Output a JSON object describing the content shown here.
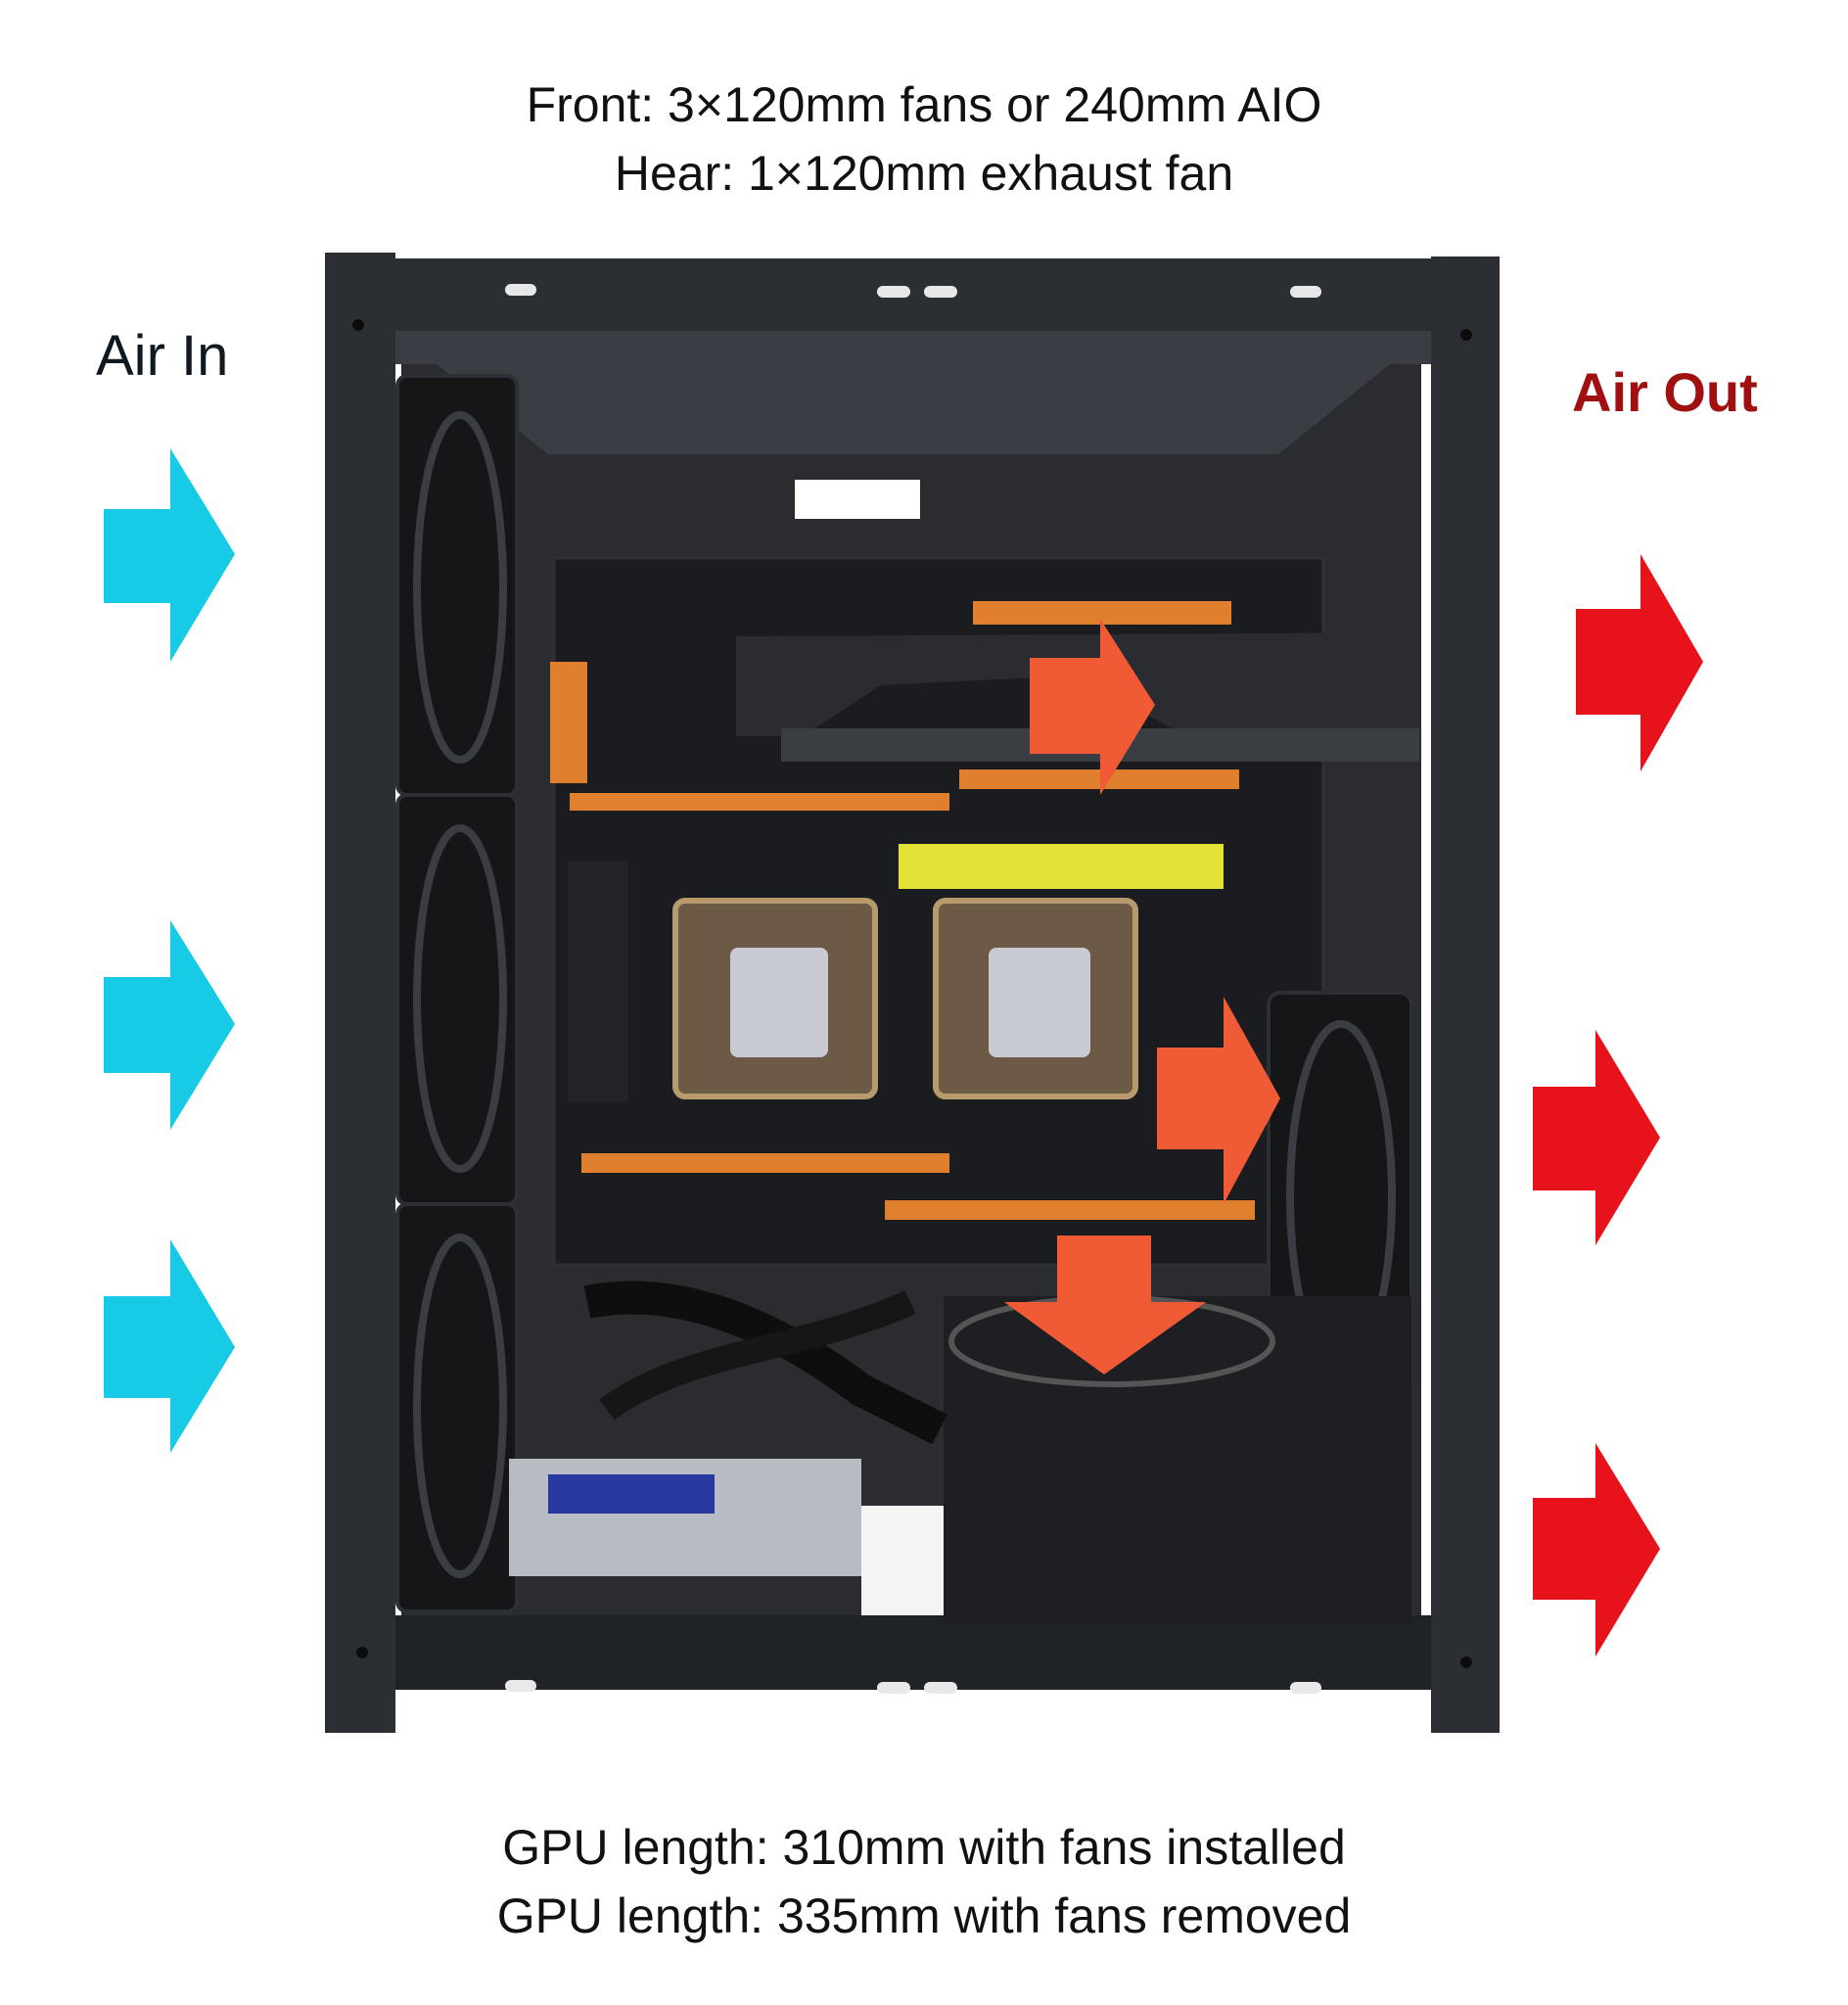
{
  "captions": {
    "top_line1": "Front: 3×120mm fans or 240mm AIO",
    "top_line2": "Hear: 1×120mm exhaust fan",
    "bottom_line1": "GPU length: 310mm with fans installed",
    "bottom_line2": "GPU length: 335mm with fans removed"
  },
  "labels": {
    "air_in": "Air In",
    "air_out": "Air Out"
  },
  "colors": {
    "intake_arrow": "#17cbe6",
    "exhaust_arrow": "#e8121a",
    "internal_airflow_arrow": "#f05a35",
    "case_frame": "#2b2e33",
    "motherboard": "#1a1c1f",
    "ram_accent": "#e0802e",
    "heatsink_accent": "#e4e236"
  },
  "icons": {
    "intake": "arrow-right-icon",
    "exhaust": "arrow-right-icon",
    "internal": "arrow-down-icon"
  }
}
